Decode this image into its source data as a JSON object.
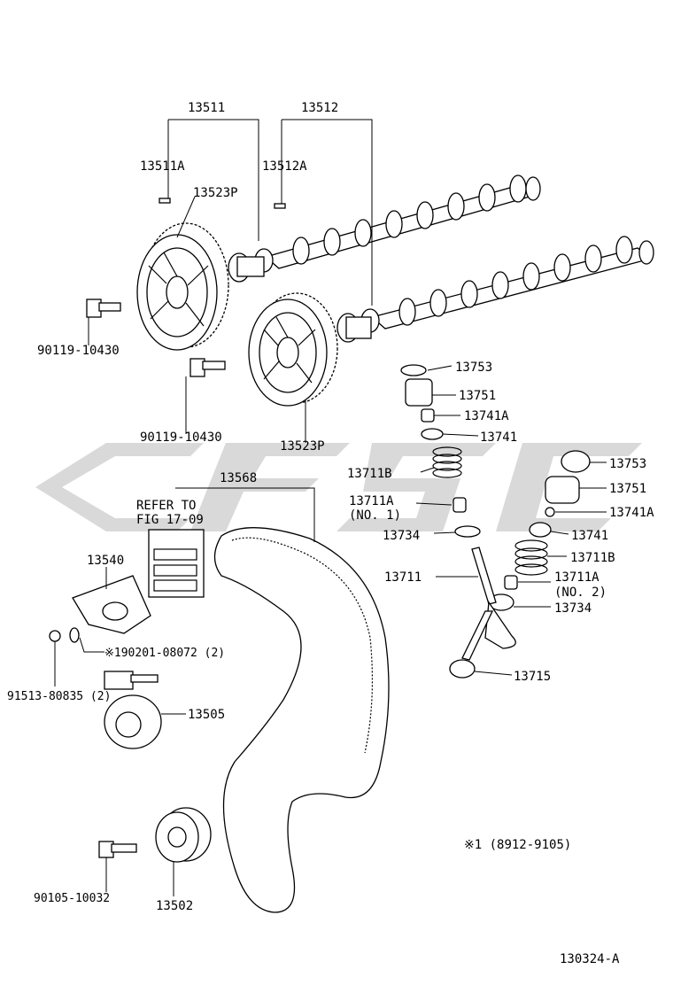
{
  "watermark": {
    "color": "#d9d9d9"
  },
  "labels": {
    "l13511": "13511",
    "l13512": "13512",
    "l13511A": "13511A",
    "l13512A": "13512A",
    "l13523P_top": "13523P",
    "l13523P_bottom": "13523P",
    "l90119_a": "90119-10430",
    "l90119_b": "90119-10430",
    "l13753_a": "13753",
    "l13751_a": "13751",
    "l13741A_a": "13741A",
    "l13741_a": "13741",
    "l13711B_a": "13711B",
    "l13711A_no1": "13711A",
    "l_no1": "(NO. 1)",
    "l13734_a": "13734",
    "l13711": "13711",
    "l13753_b": "13753",
    "l13751_b": "13751",
    "l13741A_b": "13741A",
    "l13741_b": "13741",
    "l13711B_b": "13711B",
    "l13711A_no2": "13711A",
    "l_no2": "(NO. 2)",
    "l13734_b": "13734",
    "l13715": "13715",
    "l13568": "13568",
    "refer_line1": "REFER TO",
    "refer_line2": "FIG 17-09",
    "l13540": "13540",
    "l190201": "※190201-08072 (2)",
    "l91513": "91513-80835 (2)",
    "l13505": "13505",
    "l90105": "90105-10032",
    "l13502": "13502",
    "note": "※1 (8912-9105)",
    "figure_id": "130324-A"
  }
}
